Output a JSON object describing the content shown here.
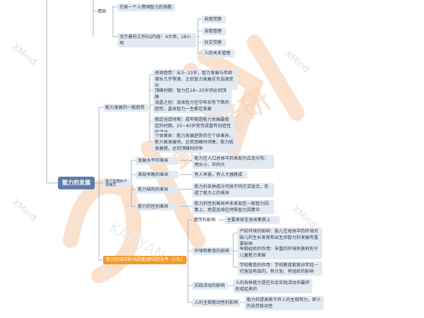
{
  "root": {
    "label": "能力的发展"
  },
  "top": {
    "qingshang": "情商",
    "qingshang_def": "代表一个人情绪智力的指数",
    "goleman": "戈尔曼的工作EQ内容：4大项，18小项",
    "goleman_items": [
      "自我觉察",
      "自我管理",
      "社交觉察",
      "人际关系管理"
    ]
  },
  "general": {
    "label": "能力发展的一般趋势",
    "items": [
      "总体趋势：从3~13岁，智力发展与年龄增长几乎等速，之后智力发展呈负加速变化",
      "顶峰时期：智力在18~25岁间达到顶峰",
      "流晶之别：流体智力在中年后有下降的趋势，晶体智力一生都在发展",
      "稳定创造时期：成年期是能力发展最稳定的时期，25~40岁常完成富有创造性的活动",
      "个体差异：能力发展趋势存在个体差异，能力高发展快，达到顶峰时间晚；能力低发展慢，达到顶峰时间早"
    ]
  },
  "individual": {
    "label": "能力发展的个体差异",
    "items": [
      {
        "label": "发展水平的差异",
        "detail": "能力在人口总体中的表现为正态分布：两头小、中间大"
      },
      {
        "label": "表现早晚的差异",
        "detail": "有人早慧，有人大器晚成"
      },
      {
        "label": "能力结构的差异",
        "detail": "能力的各种成分可按不同方式组合，形成了能力上的差异"
      },
      {
        "label": "能力的性别差异",
        "detail": "能力的性别差异并未表现在一般智力因素上，而是反映在特殊智力因素中"
      }
    ]
  },
  "factors": {
    "label": "能力形成的影响因素/原因和条件（13L）",
    "heredity": {
      "label": "遗传的影响",
      "detail": "主要表现在身体素质上"
    },
    "env": {
      "label": "环境和教育的影响",
      "items": [
        "产前环境的影响：胎儿在母体中的环境对胎儿的生长发育和出生后智力的发展有重要影响",
        "早期经验的作用：丰富的环境刺激有利于儿童能力发展",
        "学校教育的作用：学校教育能够对年轻一代施加有目的、有计划、有组织的影响"
      ]
    },
    "practice": {
      "label": "实践活动的影响",
      "detail": "人的各种能力是在社会实践活动中最终形成起来的"
    },
    "subjective": {
      "label": "人的主观能动性的影响",
      "detail": "能力的提高离不开人的主观努力，即人的自觉能动性"
    }
  },
  "watermarks": [
    "XMind",
    "XMind",
    "XMind",
    "XMind",
    "勤思考研",
    "KAOYAN",
    ".COM"
  ]
}
